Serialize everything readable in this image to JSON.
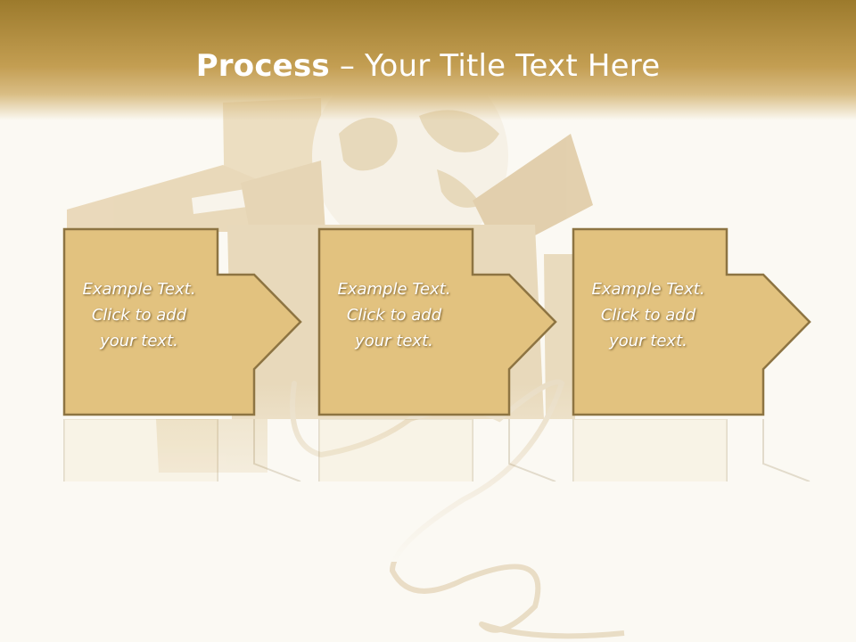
{
  "slide": {
    "title_strong": "Process",
    "title_rest": " – Your Title Text Here"
  },
  "steps": [
    {
      "line1": "Example Text.",
      "line2": "Click  to add",
      "line3": "your text."
    },
    {
      "line1": "Example Text.",
      "line2": "Click  to add",
      "line3": "your text."
    },
    {
      "line1": "Example Text.",
      "line2": "Click  to add",
      "line3": "your text."
    }
  ],
  "colors": {
    "header": "#b8913f",
    "box_fill": "#e2c27f",
    "box_stroke": "#8d7442",
    "background": "#fbf9f3"
  }
}
